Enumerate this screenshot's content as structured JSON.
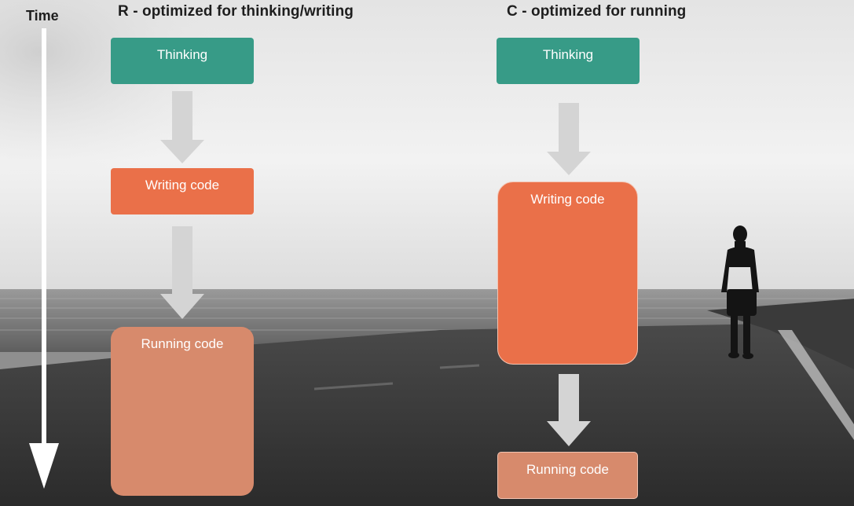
{
  "axis": {
    "label": "Time"
  },
  "columns": [
    {
      "title": "R - optimized for thinking/writing",
      "steps": [
        "Thinking",
        "Writing code",
        "Running code"
      ]
    },
    {
      "title": "C - optimized for running",
      "steps": [
        "Thinking",
        "Writing code",
        "Running code"
      ]
    }
  ],
  "colors": {
    "thinking": "#379b87",
    "writing": "#ea7049",
    "running": "#d78a6c",
    "arrow": "#d4d4d4",
    "timeline": "#ffffff"
  },
  "background": {
    "description_icon": "person-walking-on-coastal-road-photo"
  }
}
